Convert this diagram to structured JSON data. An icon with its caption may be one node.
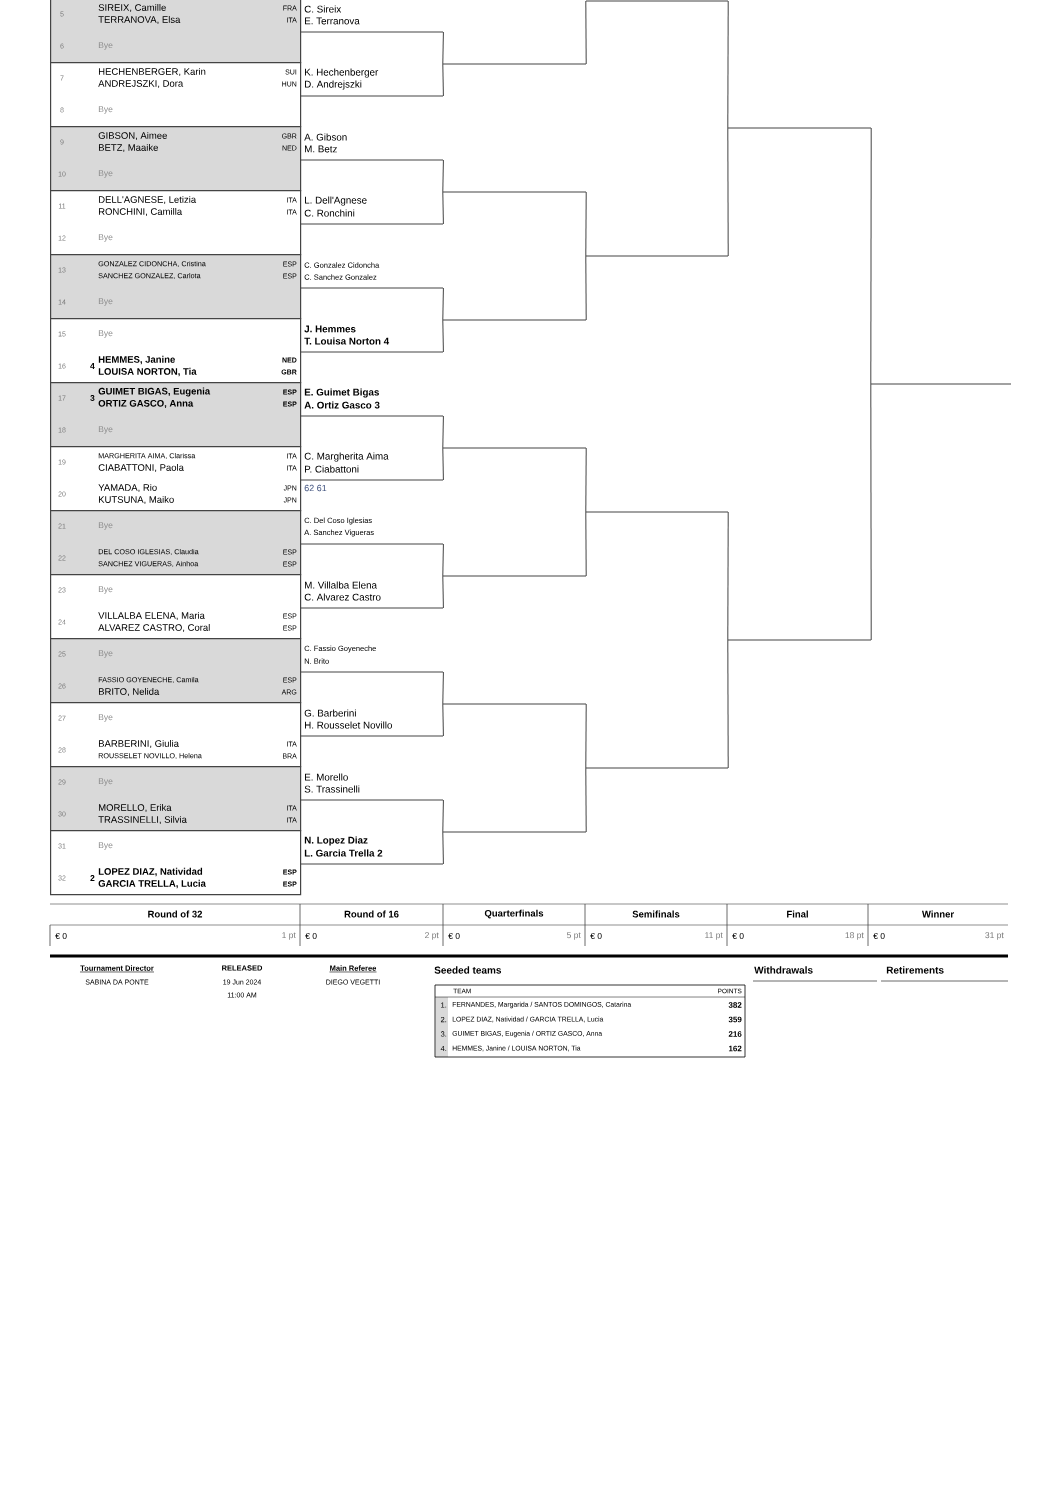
{
  "diagram": {
    "nodes": [
      {
        "text": [
          "5",
          "SIREIX, Camille",
          "TERRANOVA, Elsa",
          "FRA",
          "ITA",
          "6",
          "Bye"
        ]
      },
      {
        "text": [
          "7",
          "HECHENBERGER, Karin",
          "ANDREJSZKI, Dora",
          "SUI",
          "HUN",
          "8",
          "Bye"
        ]
      },
      {
        "text": [
          "9",
          "GIBSON, Aimee",
          "BETZ, Maaike",
          "GBR",
          "NED",
          "10",
          "Bye"
        ]
      },
      {
        "text": [
          "11",
          "DELL'AGNESE, Letizia",
          "RONCHINI, Camilla",
          "ITA",
          "ITA",
          "12",
          "Bye"
        ]
      },
      {
        "text": [
          "13",
          "GONZALEZ CIDONCHA, Cristina",
          "SANCHEZ GONZALEZ, Carlota",
          "ESP",
          "ESP",
          "14",
          "Bye"
        ]
      },
      {
        "text": [
          "15",
          "Bye",
          "16",
          "4",
          "HEMMES, Janine",
          "LOUISA NORTON, Tia",
          "NED",
          "GBR"
        ]
      },
      {
        "text": [
          "17",
          "3",
          "GUIMET BIGAS, Eugenia",
          "ORTIZ GASCO, Anna",
          "ESP",
          "ESP",
          "18",
          "Bye"
        ]
      },
      {
        "text": [
          "19",
          "MARGHERITA AIMA, Clarissa",
          "CIABATTONI, Paola",
          "ITA",
          "ITA",
          "20",
          "YAMADA, Rio",
          "KUTSUNA, Maiko",
          "JPN",
          "JPN"
        ]
      },
      {
        "text": [
          "21",
          "Bye",
          "22",
          "DEL COSO IGLESIAS, Claudia",
          "SANCHEZ VIGUERAS, Ainhoa",
          "ESP",
          "ESP"
        ]
      },
      {
        "text": [
          "23",
          "Bye",
          "24",
          "VILLALBA ELENA, Maria",
          "ALVAREZ CASTRO, Coral",
          "ESP",
          "ESP"
        ]
      },
      {
        "text": [
          "25",
          "Bye",
          "26",
          "FASSIO GOYENECHE, Camila",
          "BRITO, Nelida",
          "ESP",
          "ARG"
        ]
      },
      {
        "text": [
          "27",
          "Bye",
          "28",
          "BARBERINI, Giulia",
          "ROUSSELET NOVILLO, Helena",
          "ITA",
          "BRA"
        ]
      },
      {
        "text": [
          "29",
          "Bye",
          "30",
          "MORELLO, Erika",
          "TRASSINELLI, Silvia",
          "ITA",
          "ITA"
        ]
      },
      {
        "text": [
          "31",
          "Bye",
          "32",
          "2",
          "LOPEZ DIAZ, Natividad",
          "GARCIA TRELLA, Lucia",
          "ESP",
          "ESP"
        ]
      },
      {
        "text": [
          "C. Sireix",
          "E. Terranova"
        ]
      },
      {
        "text": [
          "K. Hechenberger",
          "D. Andrejszki"
        ]
      },
      {
        "text": [
          "A. Gibson",
          "M. Betz"
        ]
      },
      {
        "text": [
          "L. Dell'Agnese",
          "C. Ronchini"
        ]
      },
      {
        "text": [
          "C. Gonzalez Cidoncha",
          "C. Sanchez Gonzalez"
        ]
      },
      {
        "text": [
          "J. Hemmes",
          "T. Louisa Norton 4"
        ]
      },
      {
        "text": [
          "E. Guimet Bigas",
          "A. Ortiz Gasco 3"
        ]
      },
      {
        "text": [
          "C. Margherita Aima",
          "P. Ciabattoni"
        ],
        "beside": [
          "62 61"
        ]
      },
      {
        "text": [
          "C. Del Coso Iglesias",
          "A. Sanchez Vigueras"
        ]
      },
      {
        "text": [
          "M. Villalba Elena",
          "C. Alvarez Castro"
        ]
      },
      {
        "text": [
          "C. Fassio Goyeneche",
          "N. Brito"
        ]
      },
      {
        "text": [
          "G. Barberini",
          "H. Rousselet Novillo"
        ]
      },
      {
        "text": [
          "E. Morello",
          "S. Trassinelli"
        ]
      },
      {
        "text": [
          "N. Lopez Diaz",
          "L. Garcia Trella 2"
        ]
      },
      {
        "text": [],
        "shape": "line"
      },
      {
        "text": [],
        "shape": "line"
      },
      {
        "text": [],
        "shape": "line"
      },
      {
        "text": [],
        "shape": "line"
      },
      {
        "text": [],
        "shape": "line"
      },
      {
        "text": [],
        "shape": "line"
      },
      {
        "text": [],
        "shape": "line"
      },
      {
        "text": [],
        "shape": "line"
      },
      {
        "text": [],
        "shape": "line"
      },
      {
        "text": [],
        "shape": "line"
      },
      {
        "text": [],
        "shape": "line"
      },
      {
        "text": [],
        "shape": "line"
      },
      {
        "text": [],
        "shape": "line"
      },
      {
        "text": [],
        "shape": "line"
      }
    ],
    "edges": [
      {
        "from": 14,
        "to": 28,
        "arrow": "none"
      },
      {
        "from": 15,
        "to": 28,
        "arrow": "none"
      },
      {
        "from": 16,
        "to": 29,
        "arrow": "none"
      },
      {
        "from": 17,
        "to": 29,
        "arrow": "none"
      },
      {
        "from": 18,
        "to": 30,
        "arrow": "none"
      },
      {
        "from": 19,
        "to": 30,
        "arrow": "none"
      },
      {
        "from": 20,
        "to": 31,
        "arrow": "none"
      },
      {
        "from": 21,
        "to": 31,
        "arrow": "none"
      },
      {
        "from": 22,
        "to": 32,
        "arrow": "none"
      },
      {
        "from": 23,
        "to": 32,
        "arrow": "none"
      },
      {
        "from": 24,
        "to": 33,
        "arrow": "none"
      },
      {
        "from": 25,
        "to": 33,
        "arrow": "none"
      },
      {
        "from": 26,
        "to": 34,
        "arrow": "none"
      },
      {
        "from": 27,
        "to": 34,
        "arrow": "none"
      },
      {
        "from": 28,
        "to": 35,
        "arrow": "none"
      },
      {
        "from": 29,
        "to": 36,
        "arrow": "none"
      },
      {
        "from": 30,
        "to": 36,
        "arrow": "none"
      },
      {
        "from": 31,
        "to": 37,
        "arrow": "none"
      },
      {
        "from": 32,
        "to": 37,
        "arrow": "none"
      },
      {
        "from": 33,
        "to": 38,
        "arrow": "none"
      },
      {
        "from": 34,
        "to": 38,
        "arrow": "none"
      },
      {
        "from": 35,
        "to": 39,
        "arrow": "none"
      },
      {
        "from": 36,
        "to": 39,
        "arrow": "none"
      },
      {
        "from": 37,
        "to": 40,
        "arrow": "none"
      },
      {
        "from": 38,
        "to": 40,
        "arrow": "none"
      },
      {
        "from": 39,
        "to": 41,
        "arrow": "none"
      },
      {
        "from": 40,
        "to": 41,
        "arrow": "none"
      }
    ],
    "labels": [
      "Round of 32",
      "Round of 16",
      "Quarterfinals",
      "Semifinals",
      "Final",
      "Winner",
      "€ 0",
      "1 pt",
      "€ 0",
      "2 pt",
      "€ 0",
      "5 pt",
      "€ 0",
      "11 pt",
      "€ 0",
      "18 pt",
      "€ 0",
      "31 pt",
      "Tournament Director",
      "RELEASED",
      "Main Referee",
      "Seeded teams",
      "Withdrawals",
      "Retirements",
      "SABINA DA PONTE",
      "19 Jun 2024",
      "DIEGO VEGETTI",
      "11:00 AM",
      "TEAM",
      "POINTS",
      "1.",
      "FERNANDES, Margarida / SANTOS DOMINGOS, Catarina",
      "382",
      "2.",
      "LOPEZ DIAZ, Natividad / GARCIA TRELLA, Lucia",
      "359",
      "3.",
      "GUIMET BIGAS, Eugenia / ORTIZ GASCO, Anna",
      "216",
      "4.",
      "HEMMES, Janine / LOUISA NORTON, Tia",
      "162"
    ]
  }
}
